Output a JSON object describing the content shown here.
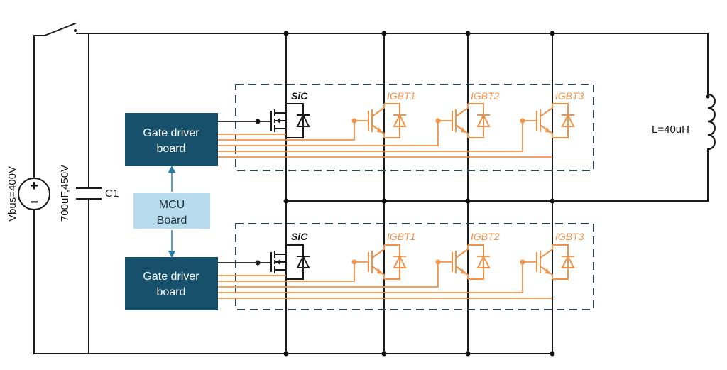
{
  "source": {
    "label": "Vbus=400V",
    "plus_glyph": "+",
    "minus_glyph": "−"
  },
  "capacitor": {
    "rating": "700uF,450V",
    "name": "C1"
  },
  "inductor": {
    "label": "L=40uH"
  },
  "gate_driver_top": {
    "line1": "Gate driver",
    "line2": "board"
  },
  "gate_driver_bottom": {
    "line1": "Gate driver",
    "line2": "board"
  },
  "mcu": {
    "line1": "MCU",
    "line2": "Board"
  },
  "top_group": {
    "sic_label": "SiC",
    "igbt_labels": [
      "IGBT1",
      "IGBT2",
      "IGBT3"
    ]
  },
  "bottom_group": {
    "sic_label": "SiC",
    "igbt_labels": [
      "IGBT1",
      "IGBT2",
      "IGBT3"
    ]
  },
  "colors": {
    "gate_driver_fill": "#17506a",
    "mcu_fill": "#b6dcee",
    "igbt_color": "#f0924a",
    "wire_color": "#1b1b1b"
  }
}
